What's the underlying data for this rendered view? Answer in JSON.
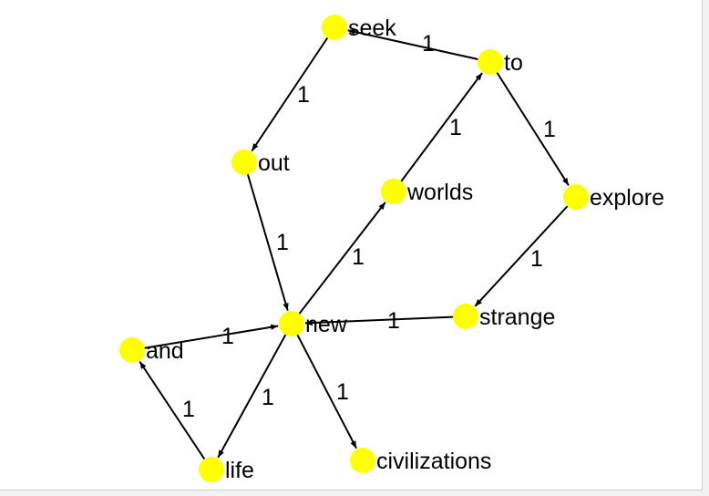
{
  "colors": {
    "node": "#ffff00",
    "edge": "#000000",
    "background": "#ffffff"
  },
  "nodes": [
    {
      "id": "seek",
      "label": "seek"
    },
    {
      "id": "to",
      "label": "to"
    },
    {
      "id": "out",
      "label": "out"
    },
    {
      "id": "worlds",
      "label": "worlds"
    },
    {
      "id": "explore",
      "label": "explore"
    },
    {
      "id": "new",
      "label": "new"
    },
    {
      "id": "strange",
      "label": "strange"
    },
    {
      "id": "and",
      "label": "and"
    },
    {
      "id": "life",
      "label": "life"
    },
    {
      "id": "civilizations",
      "label": "civilizations"
    }
  ],
  "edges": [
    {
      "from": "to",
      "to": "seek",
      "weight": "1"
    },
    {
      "from": "seek",
      "to": "out",
      "weight": "1"
    },
    {
      "from": "out",
      "to": "new",
      "weight": "1"
    },
    {
      "from": "new",
      "to": "worlds",
      "weight": "1"
    },
    {
      "from": "worlds",
      "to": "to",
      "weight": "1"
    },
    {
      "from": "to",
      "to": "explore",
      "weight": "1"
    },
    {
      "from": "explore",
      "to": "strange",
      "weight": "1"
    },
    {
      "from": "strange",
      "to": "new",
      "weight": "1"
    },
    {
      "from": "and",
      "to": "new",
      "weight": "1"
    },
    {
      "from": "new",
      "to": "life",
      "weight": "1"
    },
    {
      "from": "life",
      "to": "and",
      "weight": "1"
    },
    {
      "from": "new",
      "to": "civilizations",
      "weight": "1"
    }
  ]
}
